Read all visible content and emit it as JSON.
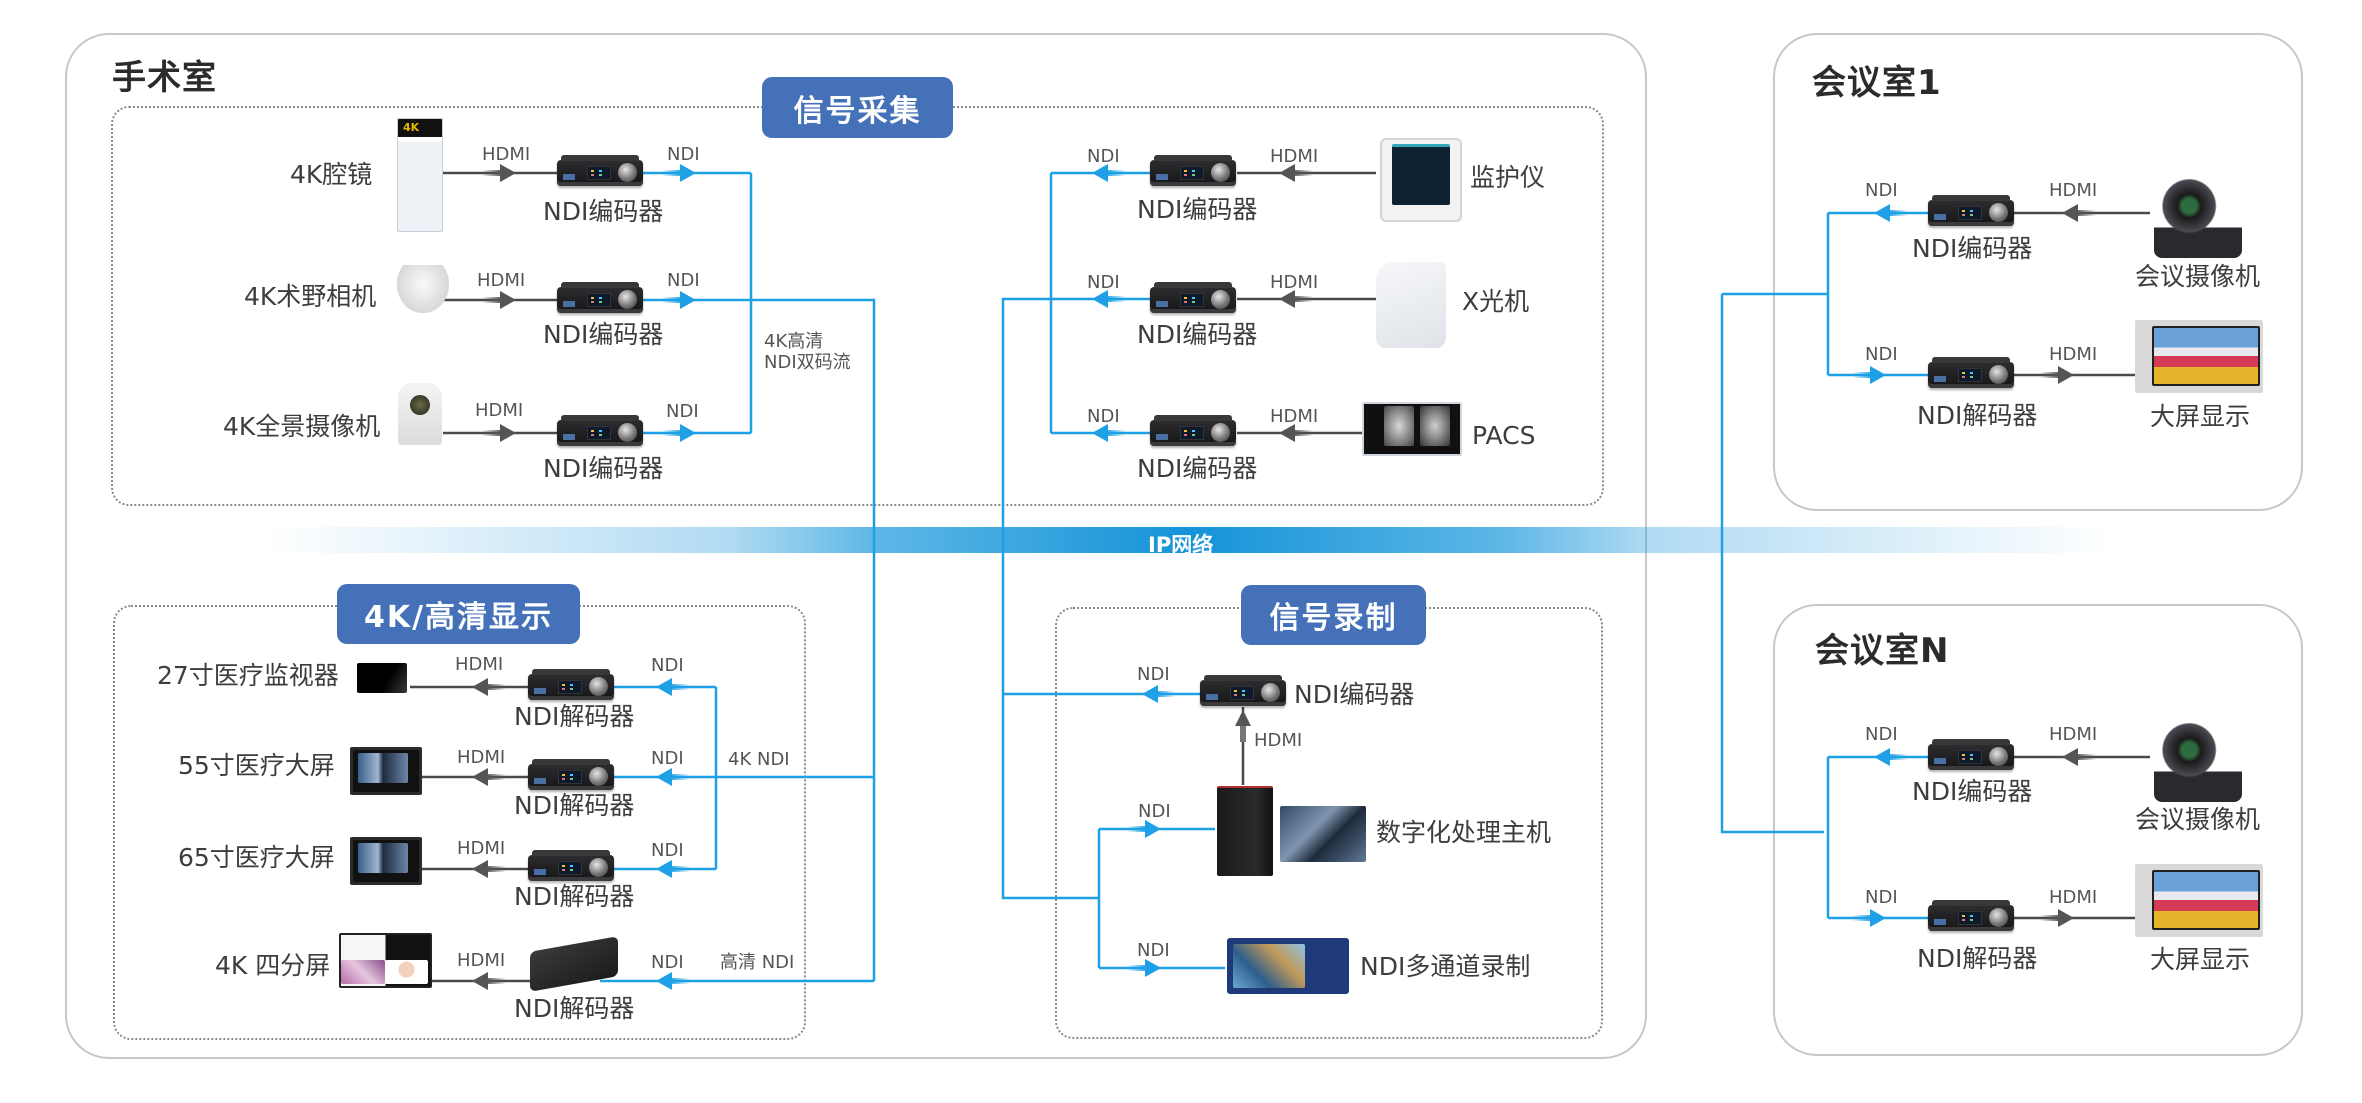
{
  "rooms": {
    "surgery": {
      "title": "手术室"
    },
    "meeting1": {
      "title": "会议室1"
    },
    "meetingN": {
      "title": "会议室N"
    }
  },
  "zones": {
    "capture": {
      "badge": "信号采集"
    },
    "display": {
      "badge": "4K/高清显示"
    },
    "record": {
      "badge": "信号录制"
    }
  },
  "network": {
    "label": "IP网络"
  },
  "capture_left": [
    {
      "source": "4K腔镜",
      "link_in": "HDMI",
      "device": "NDI编码器",
      "link_out": "NDI"
    },
    {
      "source": "4K术野相机",
      "link_in": "HDMI",
      "device": "NDI编码器",
      "link_out": "NDI"
    },
    {
      "source": "4K全景摄像机",
      "link_in": "HDMI",
      "device": "NDI编码器",
      "link_out": "NDI"
    }
  ],
  "capture_left_note": [
    "4K高清",
    "NDI双码流"
  ],
  "capture_right": [
    {
      "source": "监护仪",
      "link_in": "HDMI",
      "device": "NDI编码器",
      "link_out": "NDI"
    },
    {
      "source": "X光机",
      "link_in": "HDMI",
      "device": "NDI编码器",
      "link_out": "NDI"
    },
    {
      "source": "PACS",
      "link_in": "HDMI",
      "device": "NDI编码器",
      "link_out": "NDI"
    }
  ],
  "display_rows": [
    {
      "sink": "27寸医疗监视器",
      "link_out": "HDMI",
      "device": "NDI解码器",
      "link_in": "NDI"
    },
    {
      "sink": "55寸医疗大屏",
      "link_out": "HDMI",
      "device": "NDI解码器",
      "link_in": "NDI"
    },
    {
      "sink": "65寸医疗大屏",
      "link_out": "HDMI",
      "device": "NDI解码器",
      "link_in": "NDI"
    },
    {
      "sink": "4K 四分屏",
      "link_out": "HDMI",
      "device": "NDI解码器",
      "link_in": "NDI"
    }
  ],
  "display_notes": {
    "uhd": "4K NDI",
    "hd": "高清 NDI"
  },
  "record": {
    "encoder": {
      "device": "NDI编码器",
      "link_out": "NDI",
      "link_in": "HDMI"
    },
    "host": {
      "device": "数字化处理主机",
      "link_in": "NDI"
    },
    "recorder": {
      "device": "NDI多通道录制",
      "link_in": "NDI"
    }
  },
  "meeting1": {
    "encoder": {
      "device": "NDI编码器",
      "link_out": "NDI",
      "link_in": "HDMI",
      "source": "会议摄像机"
    },
    "decoder": {
      "device": "NDI解码器",
      "link_in": "NDI",
      "link_out": "HDMI",
      "sink": "大屏显示"
    }
  },
  "meetingN": {
    "encoder": {
      "device": "NDI编码器",
      "link_out": "NDI",
      "link_in": "HDMI",
      "source": "会议摄像机"
    },
    "decoder": {
      "device": "NDI解码器",
      "link_in": "NDI",
      "link_out": "HDMI",
      "sink": "大屏显示"
    }
  },
  "colors": {
    "badge": "#4571b8",
    "ndi_line": "#1ea0e6",
    "hdmi_line": "#4a4a4a",
    "room_border": "#c8c8c8"
  }
}
